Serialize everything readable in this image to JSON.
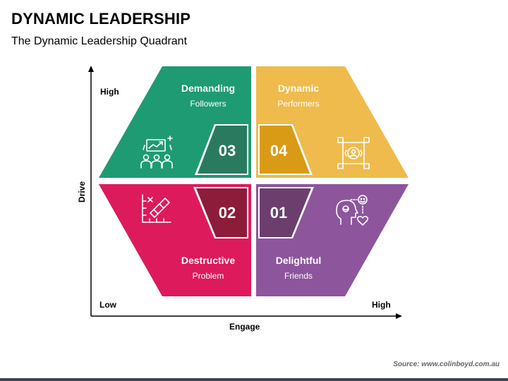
{
  "title": "DYNAMIC LEADERSHIP",
  "subtitle": "The Dynamic Leadership Quadrant",
  "axes": {
    "y_label": "Drive",
    "x_label": "Engage",
    "y_high": "High",
    "low": "Low",
    "x_high": "High"
  },
  "quadrants": [
    {
      "number": "03",
      "title": "Demanding",
      "subtitle": "Followers",
      "color": "#1e9b73",
      "dark": "#2a7a60",
      "icon": "team-growth-icon"
    },
    {
      "number": "04",
      "title": "Dynamic",
      "subtitle": "Performers",
      "color": "#efbb4c",
      "dark": "#d99a16",
      "icon": "focus-target-icon"
    },
    {
      "number": "02",
      "title": "Destructive",
      "subtitle": "Problem",
      "color": "#dd1a5c",
      "dark": "#8c1c3a",
      "icon": "broken-tools-icon"
    },
    {
      "number": "01",
      "title": "Delightful",
      "subtitle": "Friends",
      "color": "#8d559c",
      "dark": "#6b3e6e",
      "icon": "happy-mind-icon"
    }
  ],
  "source": "Source: www.colinboyd.com.au"
}
